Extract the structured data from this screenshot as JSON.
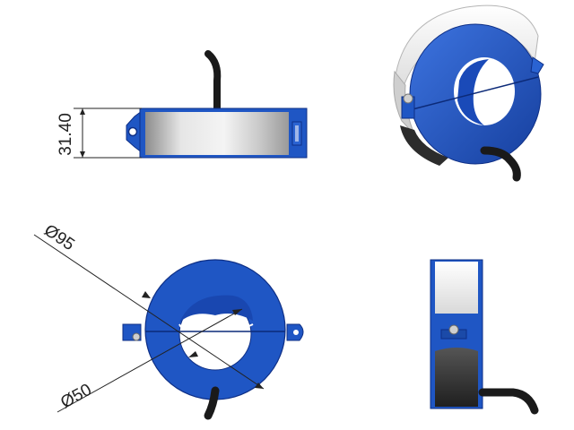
{
  "drawing": {
    "dimensions": {
      "height": "31.40",
      "outer_diameter": "Ø95",
      "inner_diameter": "Ø50"
    },
    "colors": {
      "body_blue": "#1f56c4",
      "dark_blue": "#0e2f86",
      "silver": "#cfcfcf",
      "cable": "#1a1a1a",
      "dim_line": "#222222"
    }
  }
}
